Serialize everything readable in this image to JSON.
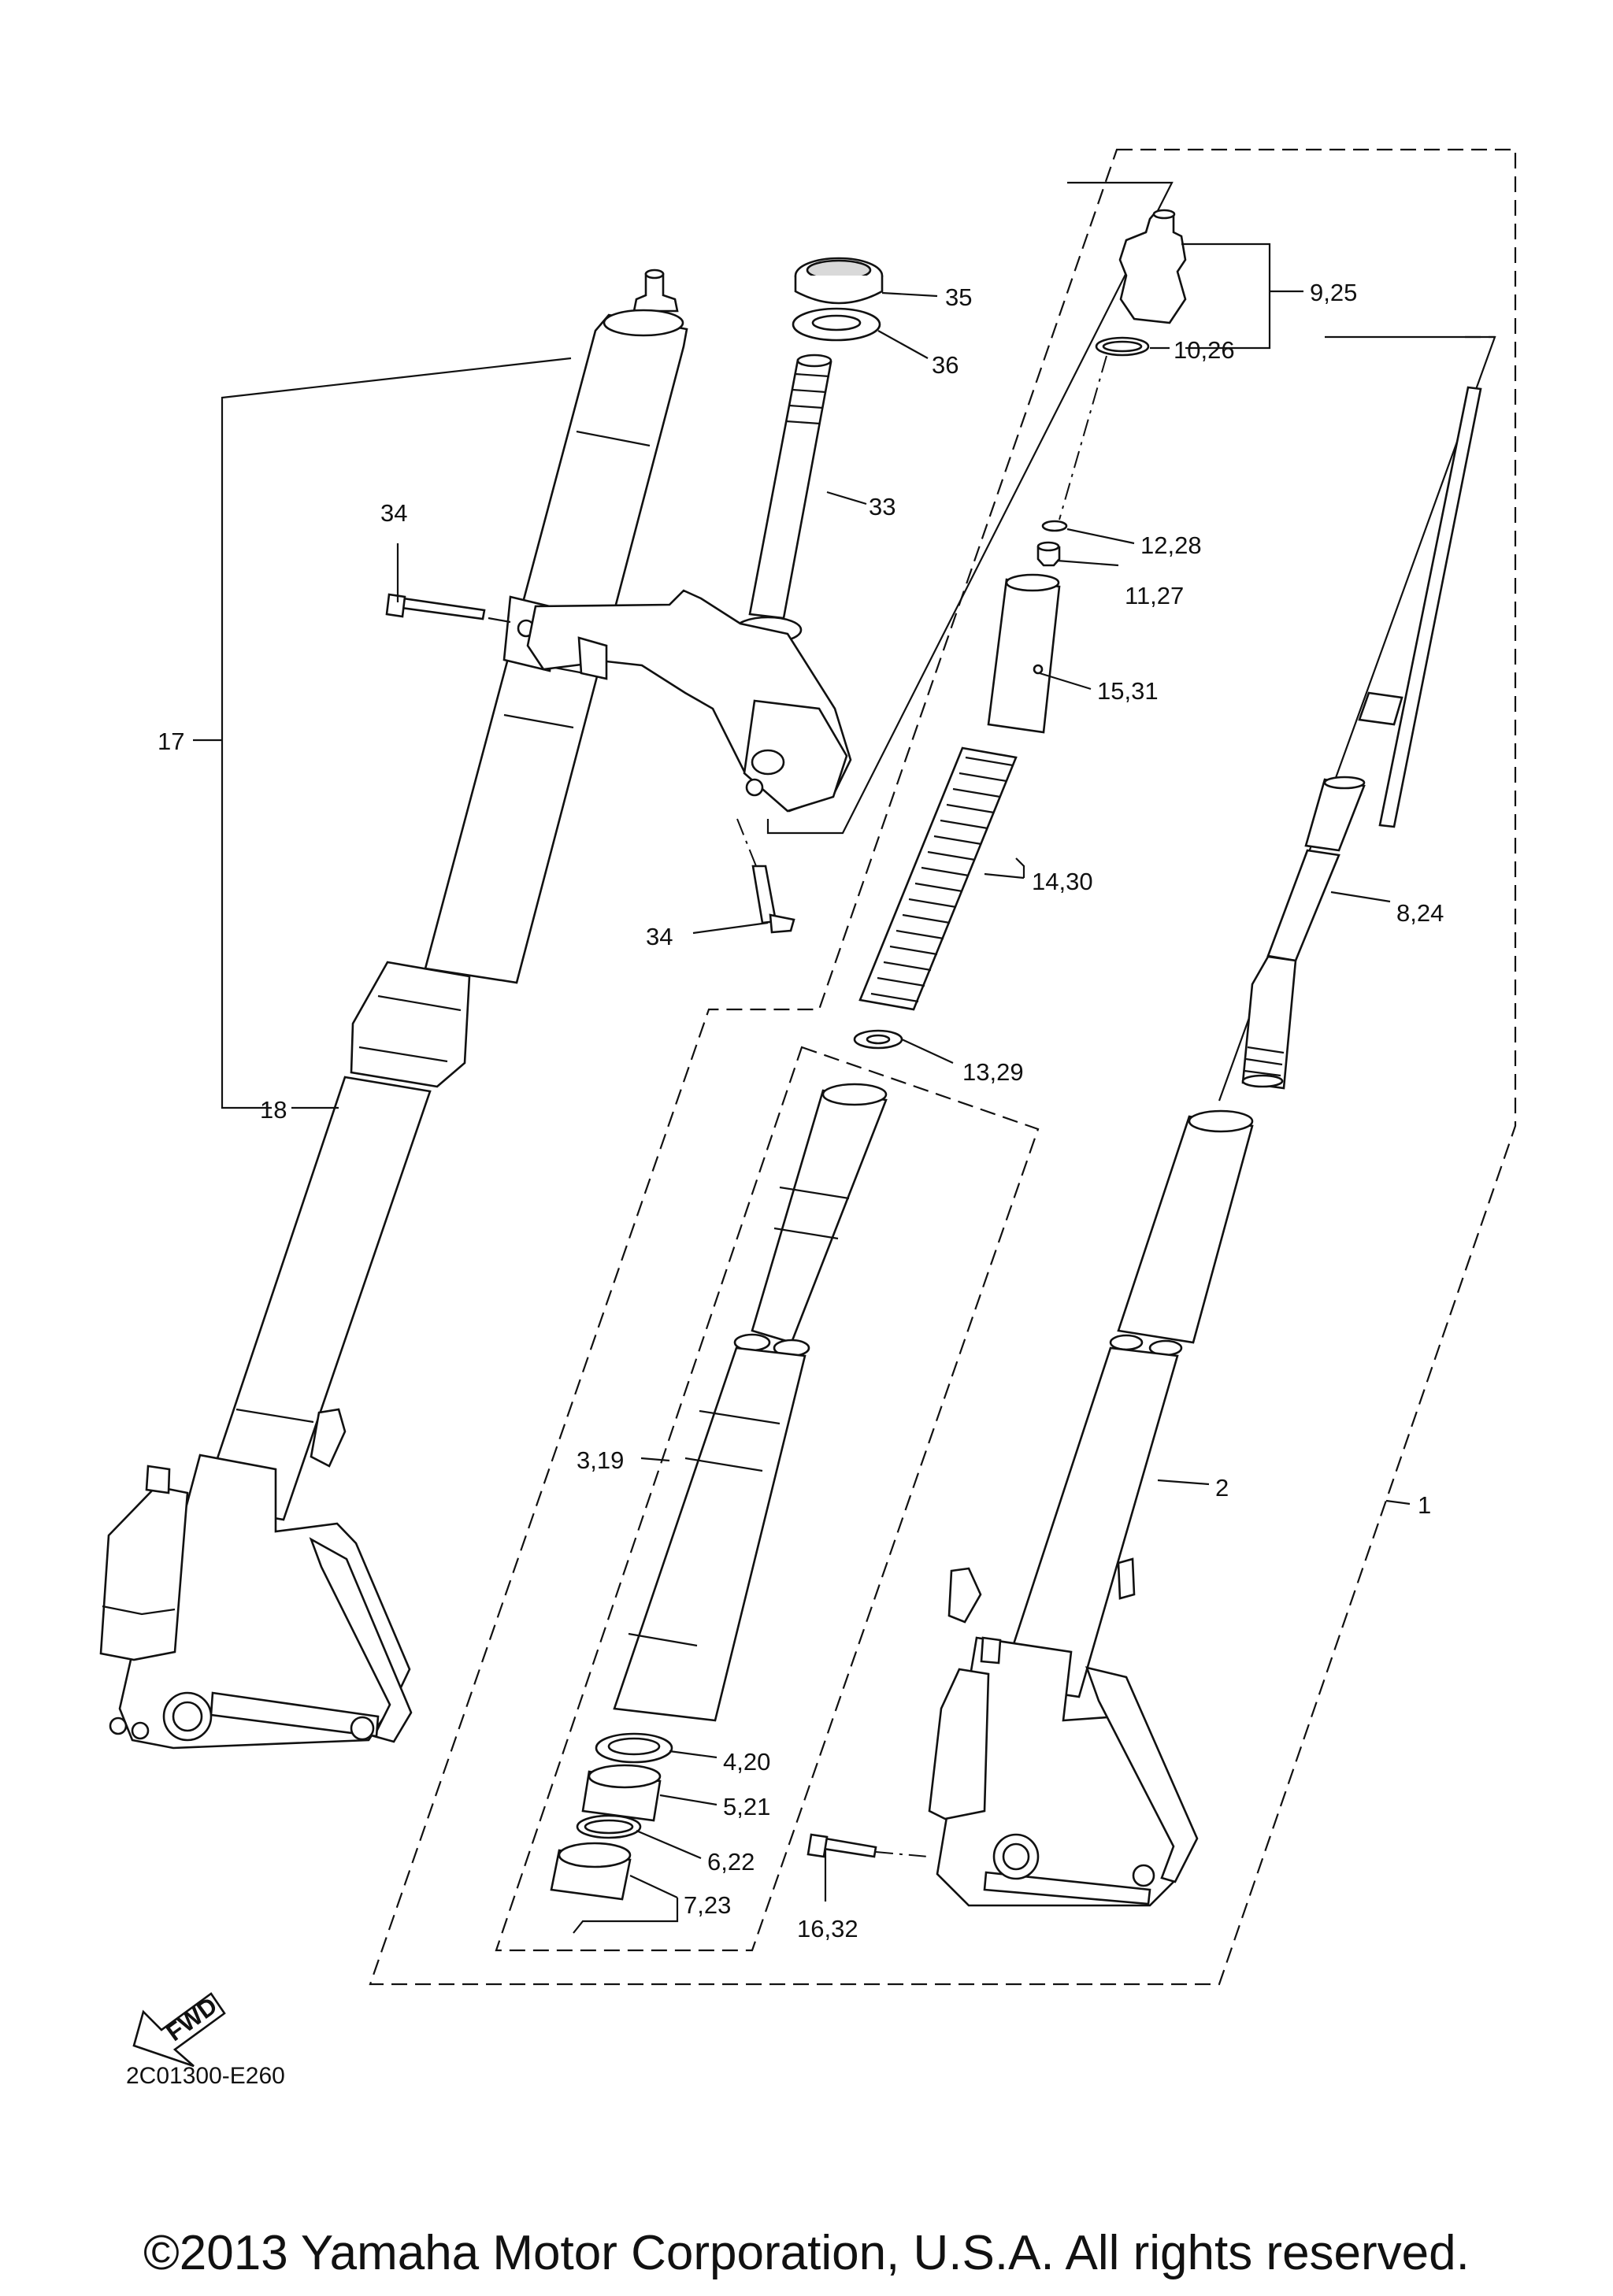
{
  "diagram": {
    "code": "2C01300-E260",
    "copyright": "©2013 Yamaha Motor Corporation, U.S.A. All rights reserved.",
    "fwd_arrow_label": "FWD",
    "labels": [
      {
        "id": "35",
        "text": "35"
      },
      {
        "id": "36",
        "text": "36"
      },
      {
        "id": "33",
        "text": "33"
      },
      {
        "id": "34a",
        "text": "34"
      },
      {
        "id": "34b",
        "text": "34"
      },
      {
        "id": "17",
        "text": "17"
      },
      {
        "id": "18",
        "text": "18"
      },
      {
        "id": "9_25",
        "text": "9,25"
      },
      {
        "id": "10_26",
        "text": "10,26"
      },
      {
        "id": "12_28",
        "text": "12,28"
      },
      {
        "id": "11_27",
        "text": "11,27"
      },
      {
        "id": "15_31",
        "text": "15,31"
      },
      {
        "id": "14_30",
        "text": "14,30"
      },
      {
        "id": "8_24",
        "text": "8,24"
      },
      {
        "id": "13_29",
        "text": "13,29"
      },
      {
        "id": "3_19",
        "text": "3,19"
      },
      {
        "id": "2",
        "text": "2"
      },
      {
        "id": "1",
        "text": "1"
      },
      {
        "id": "4_20",
        "text": "4,20"
      },
      {
        "id": "5_21",
        "text": "5,21"
      },
      {
        "id": "6_22",
        "text": "6,22"
      },
      {
        "id": "7_23",
        "text": "7,23"
      },
      {
        "id": "16_32",
        "text": "16,32"
      }
    ]
  }
}
